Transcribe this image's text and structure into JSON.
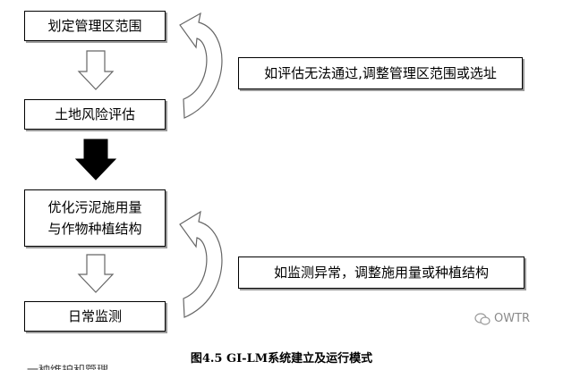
{
  "flow": {
    "step1": "划定管理区范围",
    "step2": "土地风险评估",
    "step3": [
      "优化污泥施用量",
      "与作物种植结构"
    ],
    "step4": "日常监测"
  },
  "feedback": {
    "loop1": "如评估无法通过,调整管理区范围或选址",
    "loop2": "如监测异常，调整施用量或种植结构"
  },
  "caption": "图4.5 GI-LM系统建立及运行模式",
  "watermark": "OWTR",
  "cut_text": "一种维护和管理"
}
